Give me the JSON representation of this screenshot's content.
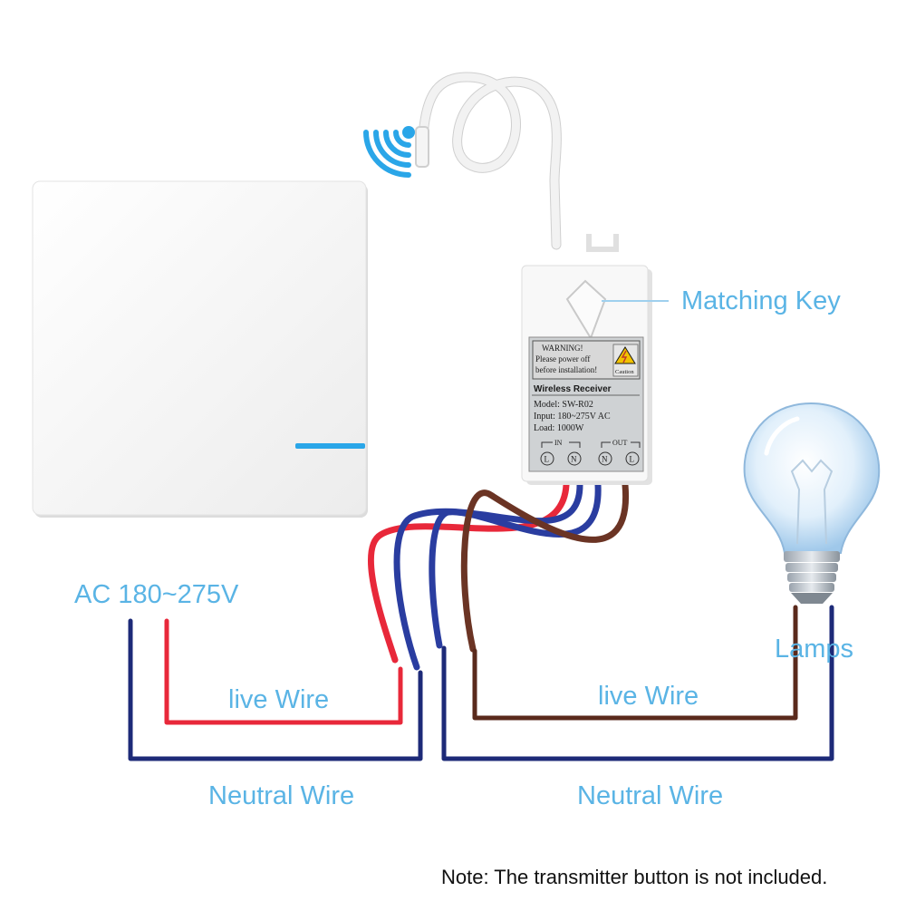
{
  "labels": {
    "matching_key": "Matching Key",
    "ac_voltage": "AC 180~275V",
    "live_wire_left": "live Wire",
    "live_wire_right": "live Wire",
    "neutral_wire_left": "Neutral Wire",
    "neutral_wire_right": "Neutral Wire",
    "lamps": "Lamps",
    "note": "Note: The transmitter button is not included."
  },
  "receiver": {
    "warning_title": "WARNING!",
    "warning_line1": "Please power off",
    "warning_line2": "before installation!",
    "caution": "Caution",
    "name": "Wireless Receiver",
    "model": "Model: SW-R02",
    "input": "Input: 180~275V AC",
    "load": "Load: 1000W",
    "in_label": "IN",
    "out_label": "OUT",
    "terminal_1": "L",
    "terminal_2": "N",
    "terminal_3": "N",
    "terminal_4": "L"
  },
  "colors": {
    "label_blue": "#5ab4e5",
    "live_red": "#e8283a",
    "neutral_navy": "#1d2a78",
    "live_brown": "#5a2a1c",
    "indicator_blue": "#2aa6e8"
  },
  "icons": [
    "wifi-signal-icon",
    "caution-triangle-icon",
    "light-bulb-icon"
  ]
}
